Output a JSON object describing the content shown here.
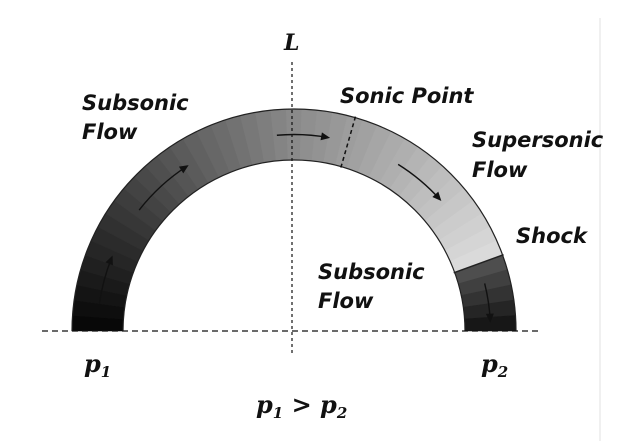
{
  "labels": {
    "axis": "L",
    "sonic_point": "Sonic Point",
    "subsonic_left_1": "Subsonic",
    "subsonic_left_2": "Flow",
    "supersonic_1": "Supersonic",
    "supersonic_2": "Flow",
    "shock": "Shock",
    "subsonic_inner_1": "Subsonic",
    "subsonic_inner_2": "Flow",
    "p1": "p",
    "p1_sub": "1",
    "p2": "p",
    "p2_sub": "2",
    "relation_a": "p",
    "relation_a_sub": "1",
    "relation_op": " > ",
    "relation_b": "p",
    "relation_b_sub": "2"
  },
  "colors": {
    "inlet": "#050505",
    "arc_top": "#8a8a8a",
    "supersonic_end": "#dcdcdc",
    "after_shock": "#555555",
    "outlet": "#101010"
  }
}
